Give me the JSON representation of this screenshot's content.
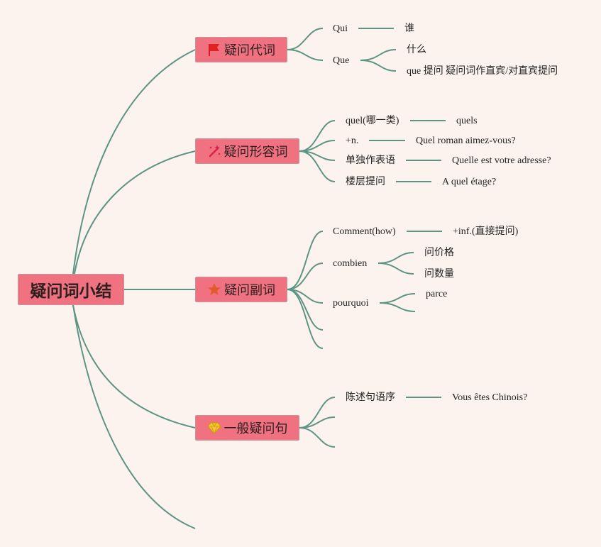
{
  "root": {
    "label": "疑问词小结"
  },
  "branches": [
    {
      "label": "疑问代词",
      "icon": "red-flag-icon",
      "children": [
        {
          "label": "Qui",
          "detail": [
            "谁"
          ]
        },
        {
          "label": "Que",
          "detail": [
            "什么",
            "que 提问 疑问词作直宾/对直宾提问"
          ]
        }
      ]
    },
    {
      "label": "疑问形容词",
      "icon": "magic-wand-icon",
      "children": [
        {
          "label": "quel(哪一类)",
          "detail": [
            "quels"
          ]
        },
        {
          "label": "+n.",
          "detail": [
            "Quel roman aimez-vous?"
          ]
        },
        {
          "label": "单独作表语",
          "detail": [
            "Quelle est votre adresse?"
          ]
        },
        {
          "label": "楼层提问",
          "detail": [
            "A quel étage?"
          ]
        }
      ]
    },
    {
      "label": "疑问副词",
      "icon": "star-icon",
      "children": [
        {
          "label": "Comment(how)",
          "detail": [
            "+inf.(直接提问)"
          ]
        },
        {
          "label": "combien",
          "detail": [
            "问价格",
            "问数量"
          ]
        },
        {
          "label": "pourquoi",
          "detail": [
            "parce"
          ]
        }
      ]
    },
    {
      "label": "一般疑问句",
      "icon": "diamond-icon",
      "children": [
        {
          "label": "陈述句语序",
          "detail": [
            "Vous êtes Chinois?"
          ]
        }
      ]
    }
  ],
  "colors": {
    "background": "#fdf3ee",
    "node_fill": "#f0717f",
    "connector": "#5d9585"
  }
}
